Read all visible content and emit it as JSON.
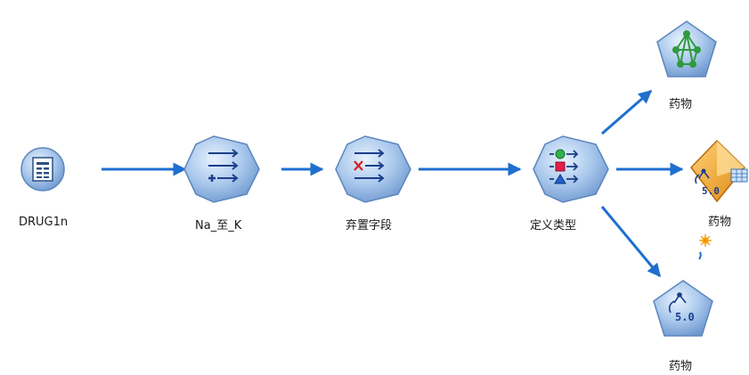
{
  "nodes": [
    {
      "id": "source",
      "label": "DRUG1n",
      "shape": "circle",
      "icon": "table-file-icon"
    },
    {
      "id": "derive",
      "label": "Na_至_K",
      "shape": "hexagon",
      "icon": "derive-arrows-icon"
    },
    {
      "id": "filter",
      "label": "弃置字段",
      "shape": "hexagon",
      "icon": "filter-x-arrows-icon"
    },
    {
      "id": "type",
      "label": "定义类型",
      "shape": "hexagon",
      "icon": "type-shapes-icon"
    },
    {
      "id": "net",
      "label": "药物",
      "shape": "pentagon",
      "icon": "neural-net-icon"
    },
    {
      "id": "nugget",
      "label": "药物",
      "shape": "diamond",
      "icon": "model-nugget-icon",
      "badge": "5.0"
    },
    {
      "id": "c50",
      "label": "药物",
      "shape": "pentagon",
      "icon": "c50-tree-icon",
      "badge": "5.0"
    }
  ],
  "edges": [
    {
      "from": "source",
      "to": "derive"
    },
    {
      "from": "derive",
      "to": "filter"
    },
    {
      "from": "filter",
      "to": "type"
    },
    {
      "from": "type",
      "to": "net"
    },
    {
      "from": "type",
      "to": "nugget"
    },
    {
      "from": "type",
      "to": "c50"
    }
  ],
  "colors": {
    "edge": "#1f6fcf",
    "node_fill": "#a9c8ec",
    "node_stroke": "#5b86bd",
    "nugget_fill": "#f2a631",
    "net_green": "#2f9a3e",
    "badge_text": "#1c3f8a"
  }
}
